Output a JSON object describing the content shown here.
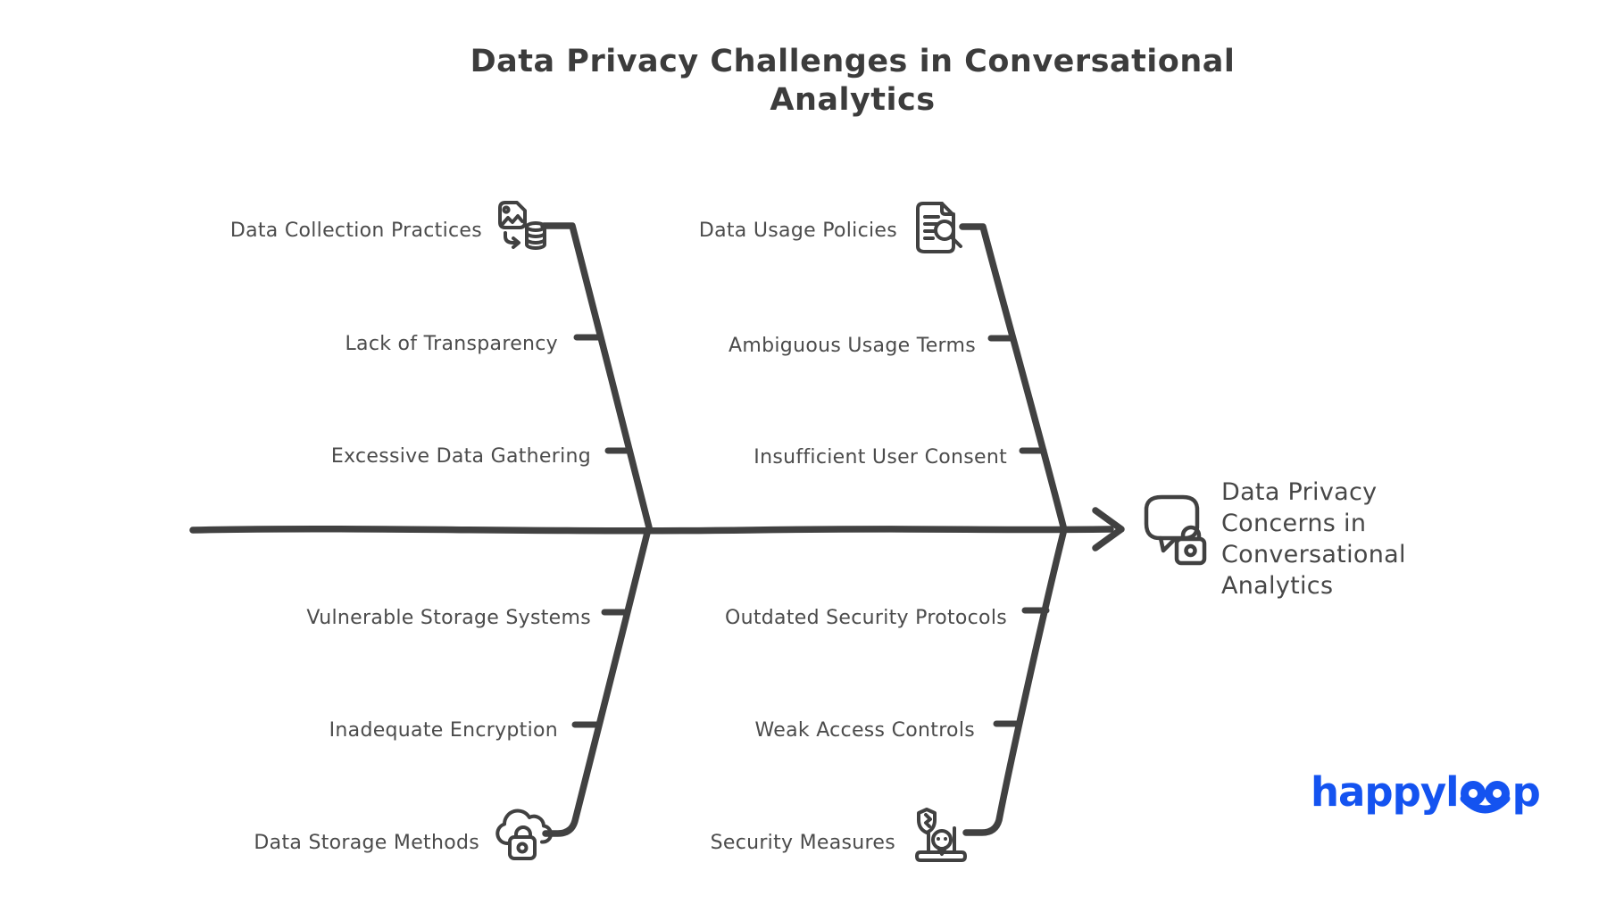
{
  "title": "Data Privacy Challenges in Conversational\nAnalytics",
  "effect": {
    "label": "Data Privacy\nConcerns in\nConversational\nAnalytics",
    "icon": "chat-bubble-lock-icon"
  },
  "branches": {
    "data_collection": {
      "label": "Data Collection Practices",
      "icon": "image-to-database-icon",
      "causes": [
        "Lack of Transparency",
        "Excessive Data Gathering"
      ]
    },
    "data_usage": {
      "label": "Data Usage Policies",
      "icon": "document-search-icon",
      "causes": [
        "Ambiguous Usage Terms",
        "Insufficient User Consent"
      ]
    },
    "data_storage": {
      "label": "Data Storage Methods",
      "icon": "cloud-lock-icon",
      "causes": [
        "Vulnerable Storage Systems",
        "Inadequate Encryption"
      ]
    },
    "security": {
      "label": "Security Measures",
      "icon": "shield-skull-laptop-icon",
      "causes": [
        "Outdated Security Protocols",
        "Weak Access Controls"
      ]
    }
  },
  "logo": {
    "text": "happyloop",
    "part1": "happyl",
    "part2": "p"
  },
  "colors": {
    "line": "#414141",
    "label_text": "#4b4b4b",
    "title_text": "#3c3c3c",
    "brand_blue": "#1453f0",
    "background": "#ffffff"
  }
}
